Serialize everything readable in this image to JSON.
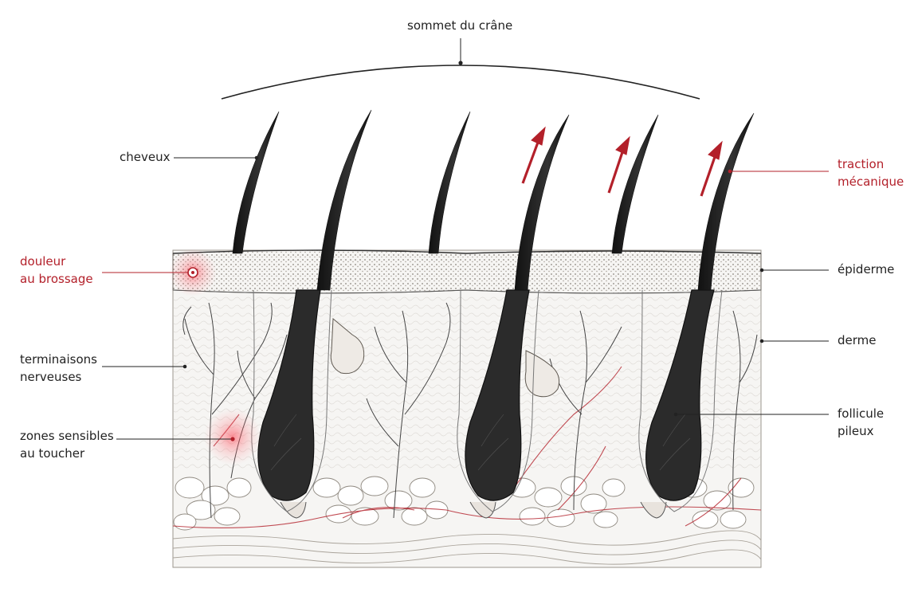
{
  "labels": {
    "top": "sommet du crâne",
    "hair": "cheveux",
    "pain_l1": "douleur",
    "pain_l2": "au brossage",
    "nerves_l1": "terminaisons",
    "nerves_l2": "nerveuses",
    "sensitive_l1": "zones sensibles",
    "sensitive_l2": "au toucher",
    "traction_l1": "traction",
    "traction_l2": "mécanique",
    "epidermis": "épiderme",
    "dermis": "derme",
    "follicle_l1": "follicule",
    "follicle_l2": "pileux"
  },
  "colors": {
    "ink": "#222222",
    "accent": "#b3202a",
    "glow": "#ff4d5a",
    "skin": "#f6f5f3"
  },
  "icons": {
    "arrow": "traction-arrow-icon",
    "pain": "pain-point-icon"
  }
}
